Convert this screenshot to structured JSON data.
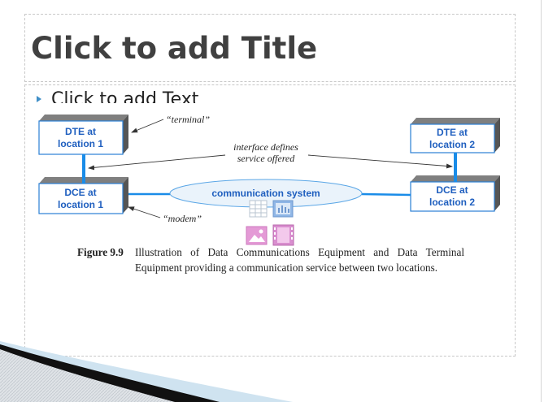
{
  "slide": {
    "title_placeholder": "Click to add Title",
    "text_placeholder": "Click to add Text"
  },
  "figure": {
    "nodes": {
      "dte1": [
        "DTE at",
        "location 1"
      ],
      "dce1": [
        "DCE at",
        "location 1"
      ],
      "dte2": [
        "DTE at",
        "location 2"
      ],
      "dce2": [
        "DCE at",
        "location 2"
      ]
    },
    "network_label": "communication system",
    "annotations": {
      "terminal": "“terminal”",
      "modem": "“modem”",
      "interface_line1": "interface defines",
      "interface_line2": "service offered"
    },
    "caption_label": "Figure 9.9",
    "caption_text": "Illustration of Data Communications Equipment and Data Terminal Equipment providing a communication service between two locations."
  },
  "colors": {
    "box_border": "#2a7fd4",
    "box_text": "#1f5fbf",
    "link": "#1a8ce8",
    "bullet": "#3f8fc8",
    "title": "#404040"
  },
  "icons": [
    "insert-table-icon",
    "insert-chart-icon",
    "insert-picture-icon",
    "insert-media-icon"
  ]
}
